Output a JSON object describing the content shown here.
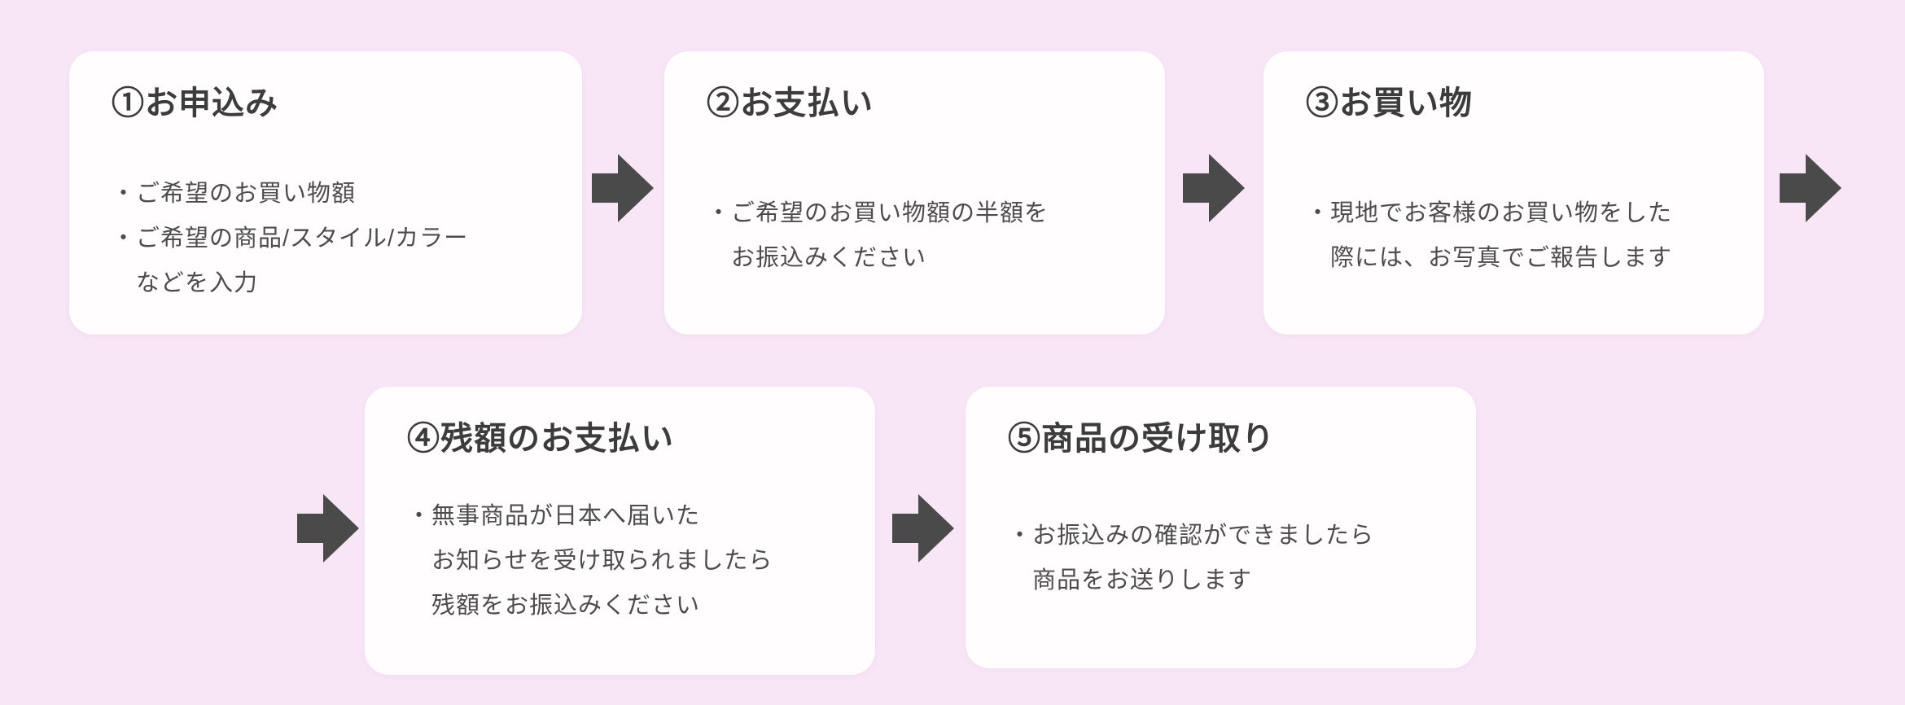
{
  "colors": {
    "background": "#f8e6f7",
    "card": "#fffdfe",
    "arrow": "#4a4a4a",
    "title": "#3c3c3c",
    "body": "#4c4c4c"
  },
  "steps": [
    {
      "title": "①お申込み",
      "lines": [
        "・ご希望のお買い物額",
        "・ご希望の商品/スタイル/カラー",
        "　などを入力"
      ]
    },
    {
      "title": "②お支払い",
      "lines": [
        "・ご希望のお買い物額の半額を",
        "　お振込みください"
      ]
    },
    {
      "title": "③お買い物",
      "lines": [
        "・現地でお客様のお買い物をした",
        "　際には、お写真でご報告します"
      ]
    },
    {
      "title": "④残額のお支払い",
      "lines": [
        "・無事商品が日本へ届いた",
        "　お知らせを受け取られましたら",
        "　残額をお振込みください"
      ]
    },
    {
      "title": "⑤商品の受け取り",
      "lines": [
        "・お振込みの確認ができましたら",
        "　商品をお送りします"
      ]
    }
  ]
}
